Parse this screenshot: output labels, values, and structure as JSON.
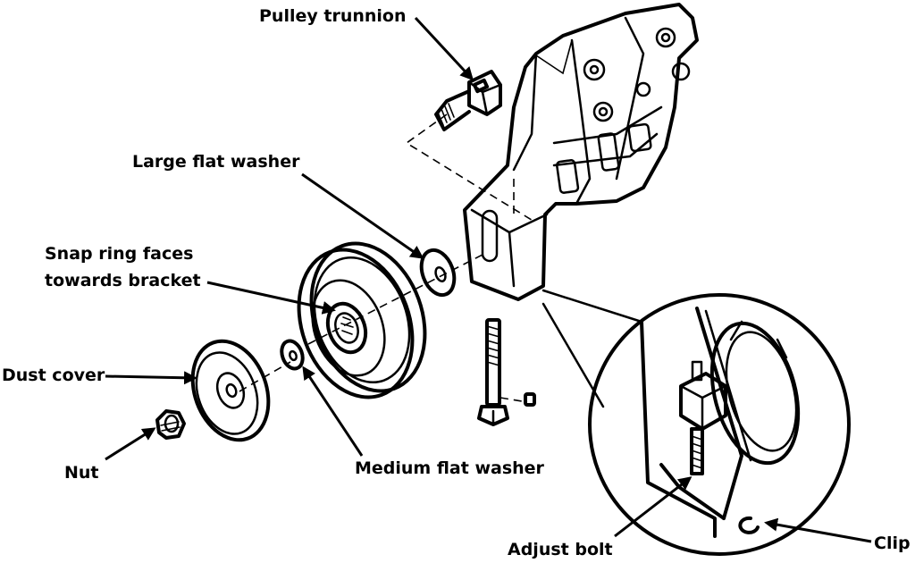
{
  "labels": {
    "pulley_trunnion": "Pulley trunnion",
    "large_flat_washer": "Large flat washer",
    "snap_ring_line1": "Snap ring faces",
    "snap_ring_line2": "towards bracket",
    "dust_cover": "Dust cover",
    "nut": "Nut",
    "medium_flat_washer": "Medium flat washer",
    "adjust_bolt": "Adjust bolt",
    "clip": "Clip"
  },
  "colors": {
    "ink": "#000000",
    "paper": "#ffffff"
  }
}
